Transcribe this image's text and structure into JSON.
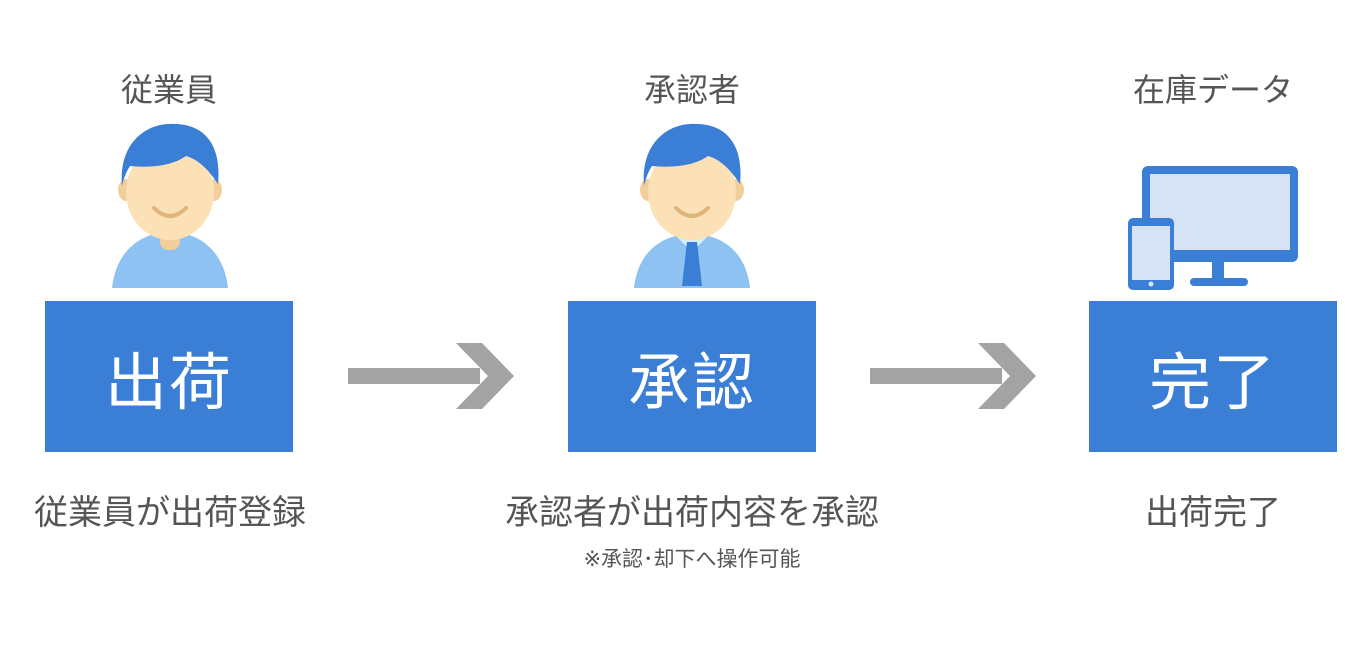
{
  "colors": {
    "box": "#3a7fd5",
    "box_text": "#ffffff",
    "arrow": "#a3a3a3",
    "hair": "#3a7fd5",
    "skin": "#fbe1b5",
    "shirt": "#8ec2f2",
    "text": "#555555"
  },
  "steps": [
    {
      "role": "従業員",
      "icon": "employee-icon",
      "box_label": "出荷",
      "caption": "従業員が出荷登録",
      "note": ""
    },
    {
      "role": "承認者",
      "icon": "approver-icon",
      "box_label": "承認",
      "caption": "承認者が出荷内容を承認",
      "note": "※承認･却下へ操作可能"
    },
    {
      "role": "在庫データ",
      "icon": "devices-icon",
      "box_label": "完了",
      "caption": "出荷完了",
      "note": ""
    }
  ]
}
